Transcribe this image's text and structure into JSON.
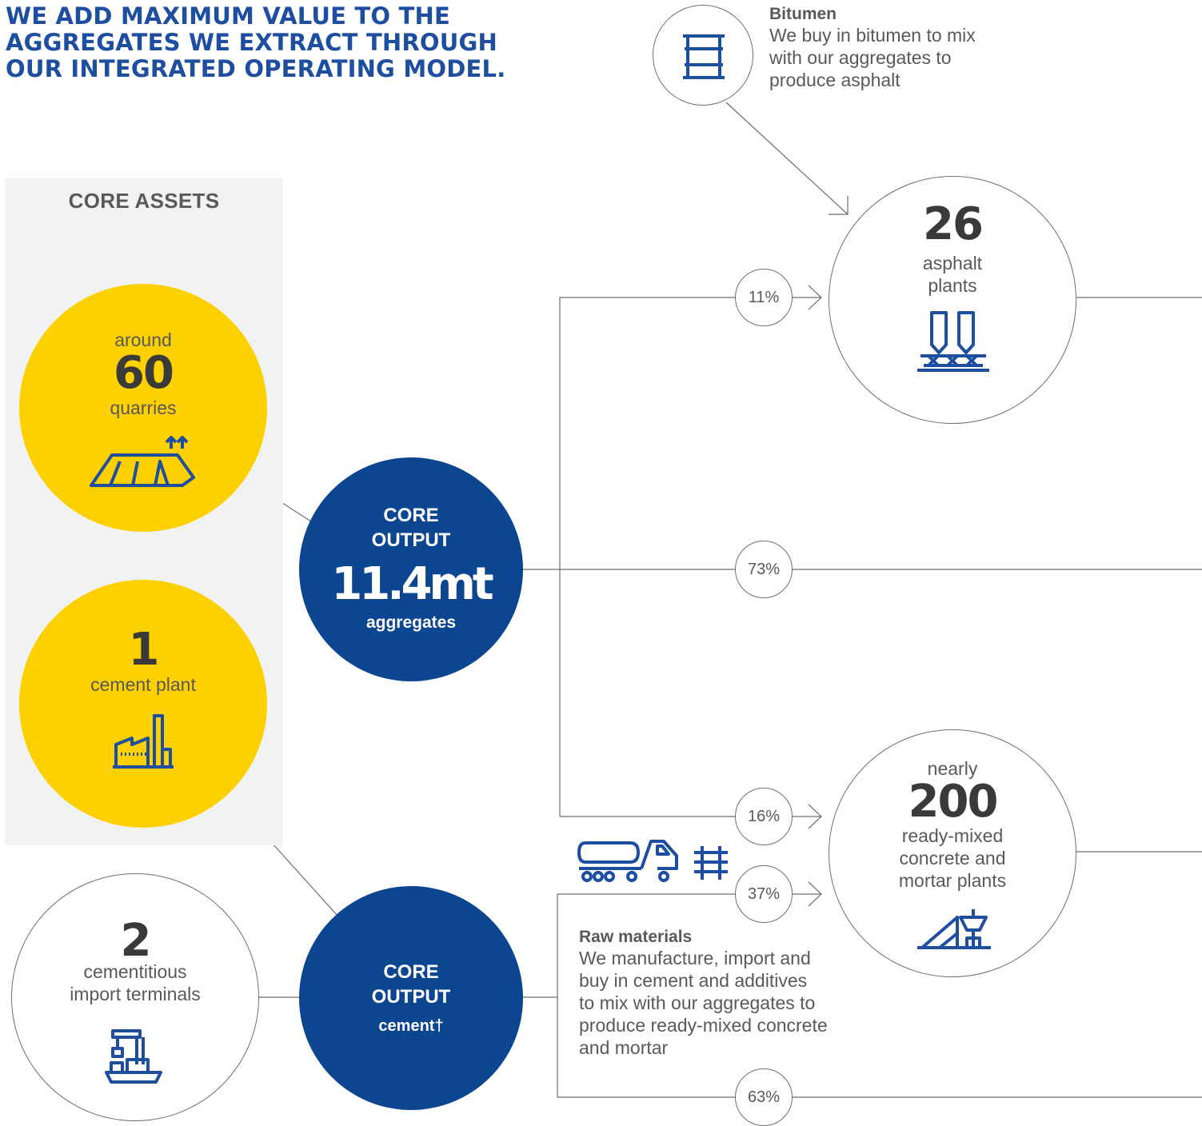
{
  "headline": "WE ADD MAXIMUM VALUE TO THE AGGREGATES WE EXTRACT THROUGH OUR INTEGRATED OPERATING MODEL.",
  "core_assets": {
    "title": "CORE ASSETS",
    "quarries": {
      "prefix": "around",
      "number": "60",
      "label": "quarries",
      "icon": "quarry-icon"
    },
    "cement_plant": {
      "number": "1",
      "label": "cement plant",
      "icon": "factory-icon"
    }
  },
  "import_terminals": {
    "number": "2",
    "label_line1": "cementitious",
    "label_line2": "import terminals",
    "icon": "crane-ship-icon"
  },
  "core_output_aggregates": {
    "line1": "CORE",
    "line2": "OUTPUT",
    "value": "11.4mt",
    "label": "aggregates"
  },
  "core_output_cement": {
    "line1": "CORE",
    "line2": "OUTPUT",
    "label": "cement†"
  },
  "bitumen": {
    "title": "Bitumen",
    "body_lines": [
      "We buy in bitumen to mix",
      "with our aggregates to",
      "produce asphalt"
    ],
    "icon": "barrel-icon"
  },
  "asphalt_plants": {
    "number": "26",
    "label_line1": "asphalt",
    "label_line2": "plants",
    "icon": "asphalt-plant-icon"
  },
  "concrete_plants": {
    "prefix": "nearly",
    "number": "200",
    "label_lines": [
      "ready-mixed",
      "concrete and",
      "mortar plants"
    ],
    "icon": "concrete-plant-icon"
  },
  "raw_materials": {
    "title": "Raw materials",
    "body_lines": [
      "We manufacture, import and",
      "buy in cement and additives",
      "to mix with our aggregates to",
      "produce ready-mixed concrete",
      "and mortar"
    ],
    "icons": [
      "truck-icon",
      "rail-track-icon"
    ]
  },
  "percentages": {
    "to_asphalt": "11%",
    "direct": "73%",
    "to_concrete_aggregates": "16%",
    "to_concrete_cement": "37%",
    "cement_direct": "63%"
  },
  "colors": {
    "navy": "#0c4590",
    "yellow": "#fdd000",
    "icon_blue": "#1e4ea0",
    "panel": "#f1f2f3"
  }
}
